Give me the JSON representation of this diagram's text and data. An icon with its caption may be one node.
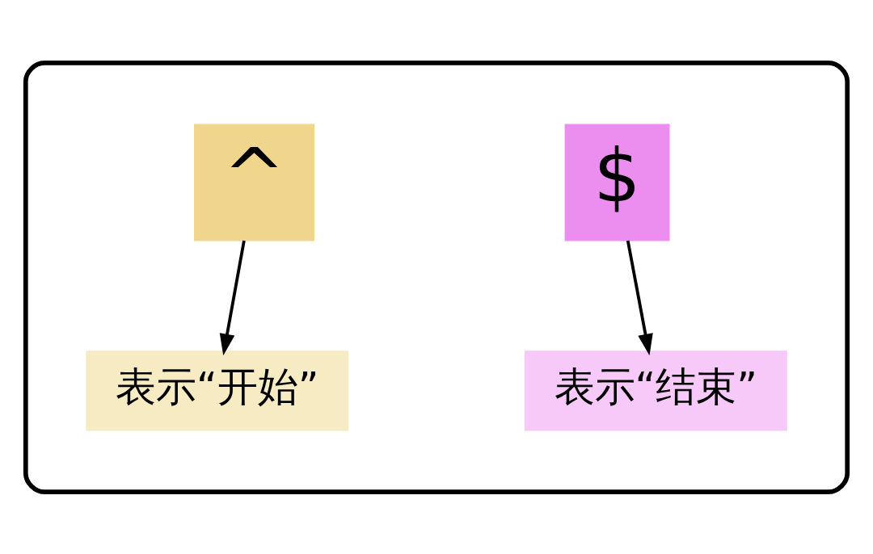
{
  "diagram": {
    "nodes": [
      {
        "text": [],
        "shape": "ellipse"
      },
      {
        "text": [
          "^"
        ],
        "in": 0
      },
      {
        "text": [
          "$"
        ],
        "in": 0
      },
      {
        "text": [
          "表示“开始”"
        ],
        "in": 0
      },
      {
        "text": [
          "表示“结束”"
        ],
        "in": 0
      }
    ],
    "edges": [
      {
        "from": 1,
        "to": 3,
        "arrow": "to"
      },
      {
        "from": 2,
        "to": 4,
        "arrow": "to"
      }
    ]
  }
}
